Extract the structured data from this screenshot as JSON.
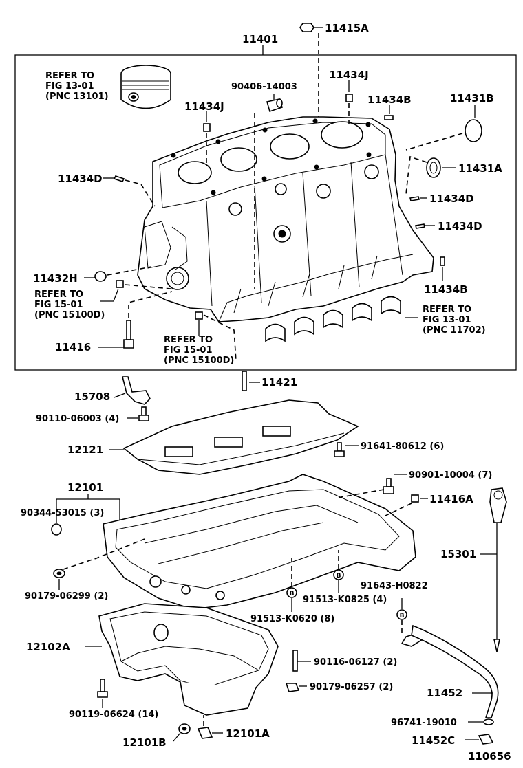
{
  "labels": {
    "p11415A": "11415A",
    "p11401": "11401",
    "refer1_l1": "REFER TO",
    "refer1_l2": "FIG 13-01",
    "refer1_l3": "(PNC 13101)",
    "p90406": "90406-14003",
    "p11434J_a": "11434J",
    "p11434J_b": "11434J",
    "p11434B_a": "11434B",
    "p11431B": "11431B",
    "p11431A": "11431A",
    "p11434D_a": "11434D",
    "p11434D_b": "11434D",
    "p11434D_c": "11434D",
    "p11434B_b": "11434B",
    "p11432H": "11432H",
    "refer2_l1": "REFER TO",
    "refer2_l2": "FIG 15-01",
    "refer2_l3": "(PNC 15100D)",
    "refer3_l1": "REFER TO",
    "refer3_l2": "FIG 15-01",
    "refer3_l3": "(PNC 15100D)",
    "refer4_l1": "REFER TO",
    "refer4_l2": "FIG 13-01",
    "refer4_l3": "(PNC 11702)",
    "p11416": "11416",
    "p11421": "11421",
    "p15708": "15708",
    "p90110": "90110-06003 (4)",
    "p12121": "12121",
    "p91641": "91641-80612 (6)",
    "p12101": "12101",
    "p90901": "90901-10004 (7)",
    "p11416A": "11416A",
    "p90344": "90344-53015 (3)",
    "p15301": "15301",
    "p91643": "91643-H0822",
    "p91513_4": "91513-K0825 (4)",
    "p90179_2": "90179-06299 (2)",
    "p91513_8": "91513-K0620 (8)",
    "p12102A": "12102A",
    "p90116": "90116-06127 (2)",
    "p90179_257": "90179-06257 (2)",
    "p11452": "11452",
    "p90119": "90119-06624 (14)",
    "p96741": "96741-19010",
    "p12101B": "12101B",
    "p12101A": "12101A",
    "p11452C": "11452C",
    "figure_no": "110656"
  }
}
